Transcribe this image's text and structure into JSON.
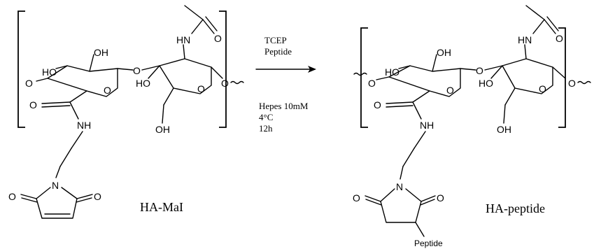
{
  "reagents": {
    "above": [
      "TCEP",
      "Peptide"
    ],
    "below": [
      "Hepes 10mM",
      "4°C",
      "12h"
    ]
  },
  "compounds": {
    "reactant_name": "HA-MaI",
    "product_name": "HA-peptide"
  },
  "atoms": {
    "O": "O",
    "HO": "HO",
    "OH": "OH",
    "HN": "HN",
    "NH": "NH",
    "N": "N",
    "peptide_substituent": "Peptide"
  }
}
